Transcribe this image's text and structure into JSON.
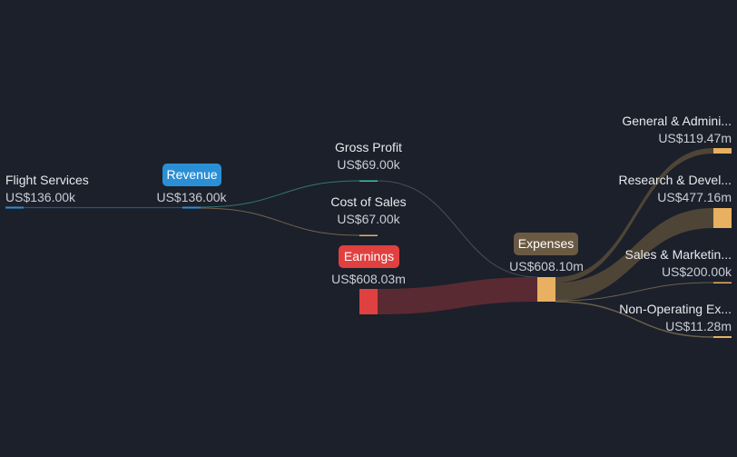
{
  "nodes": {
    "flight_services": {
      "label": "Flight Services",
      "value": "US$136.00k"
    },
    "revenue": {
      "label": "Revenue",
      "value": "US$136.00k"
    },
    "gross_profit": {
      "label": "Gross Profit",
      "value": "US$69.00k"
    },
    "cost_of_sales": {
      "label": "Cost of Sales",
      "value": "US$67.00k"
    },
    "earnings": {
      "label": "Earnings",
      "value": "US$608.03m"
    },
    "expenses": {
      "label": "Expenses",
      "value": "US$608.10m"
    },
    "general_admin": {
      "label": "General & Admini...",
      "value": "US$119.47m"
    },
    "research_dev": {
      "label": "Research & Devel...",
      "value": "US$477.16m"
    },
    "sales_marketing": {
      "label": "Sales & Marketin...",
      "value": "US$200.00k"
    },
    "non_operating": {
      "label": "Non-Operating Ex...",
      "value": "US$11.28m"
    }
  },
  "colors": {
    "background": "#1b202b",
    "revenue": "#2b8fd6",
    "profit": "#3cc2ad",
    "cost": "#e8b060",
    "earnings": "#e0403f",
    "expenses_pill": "#6b5a43"
  }
}
